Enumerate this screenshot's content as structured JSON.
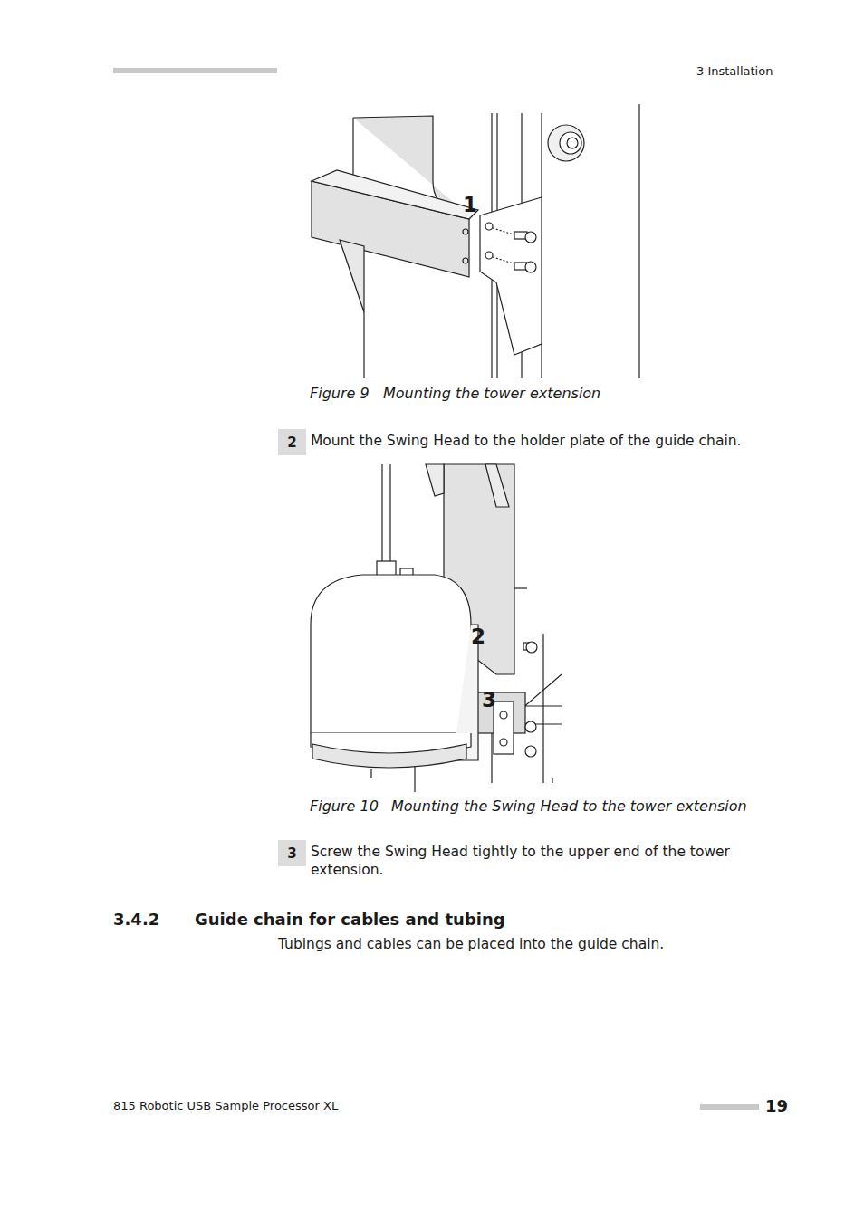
{
  "diagram": {
    "nodes": [
      {
        "text": [
          "2"
        ]
      },
      {
        "text": [
          "3"
        ]
      }
    ],
    "labels": [
      "3 Installation",
      "1",
      "Figure 9",
      "Mounting the tower extension",
      "Mount the Swing Head to the holder plate of the guide chain.",
      "2",
      "3",
      "Figure 10",
      "Mounting the Swing Head to the tower extension",
      "Screw the Swing Head tightly to the upper end of the tower extension.",
      "3.4.2",
      "Guide chain for cables and tubing",
      "Tubings and cables can be placed into the guide chain.",
      "815 Robotic USB Sample Processor XL",
      "19"
    ]
  }
}
